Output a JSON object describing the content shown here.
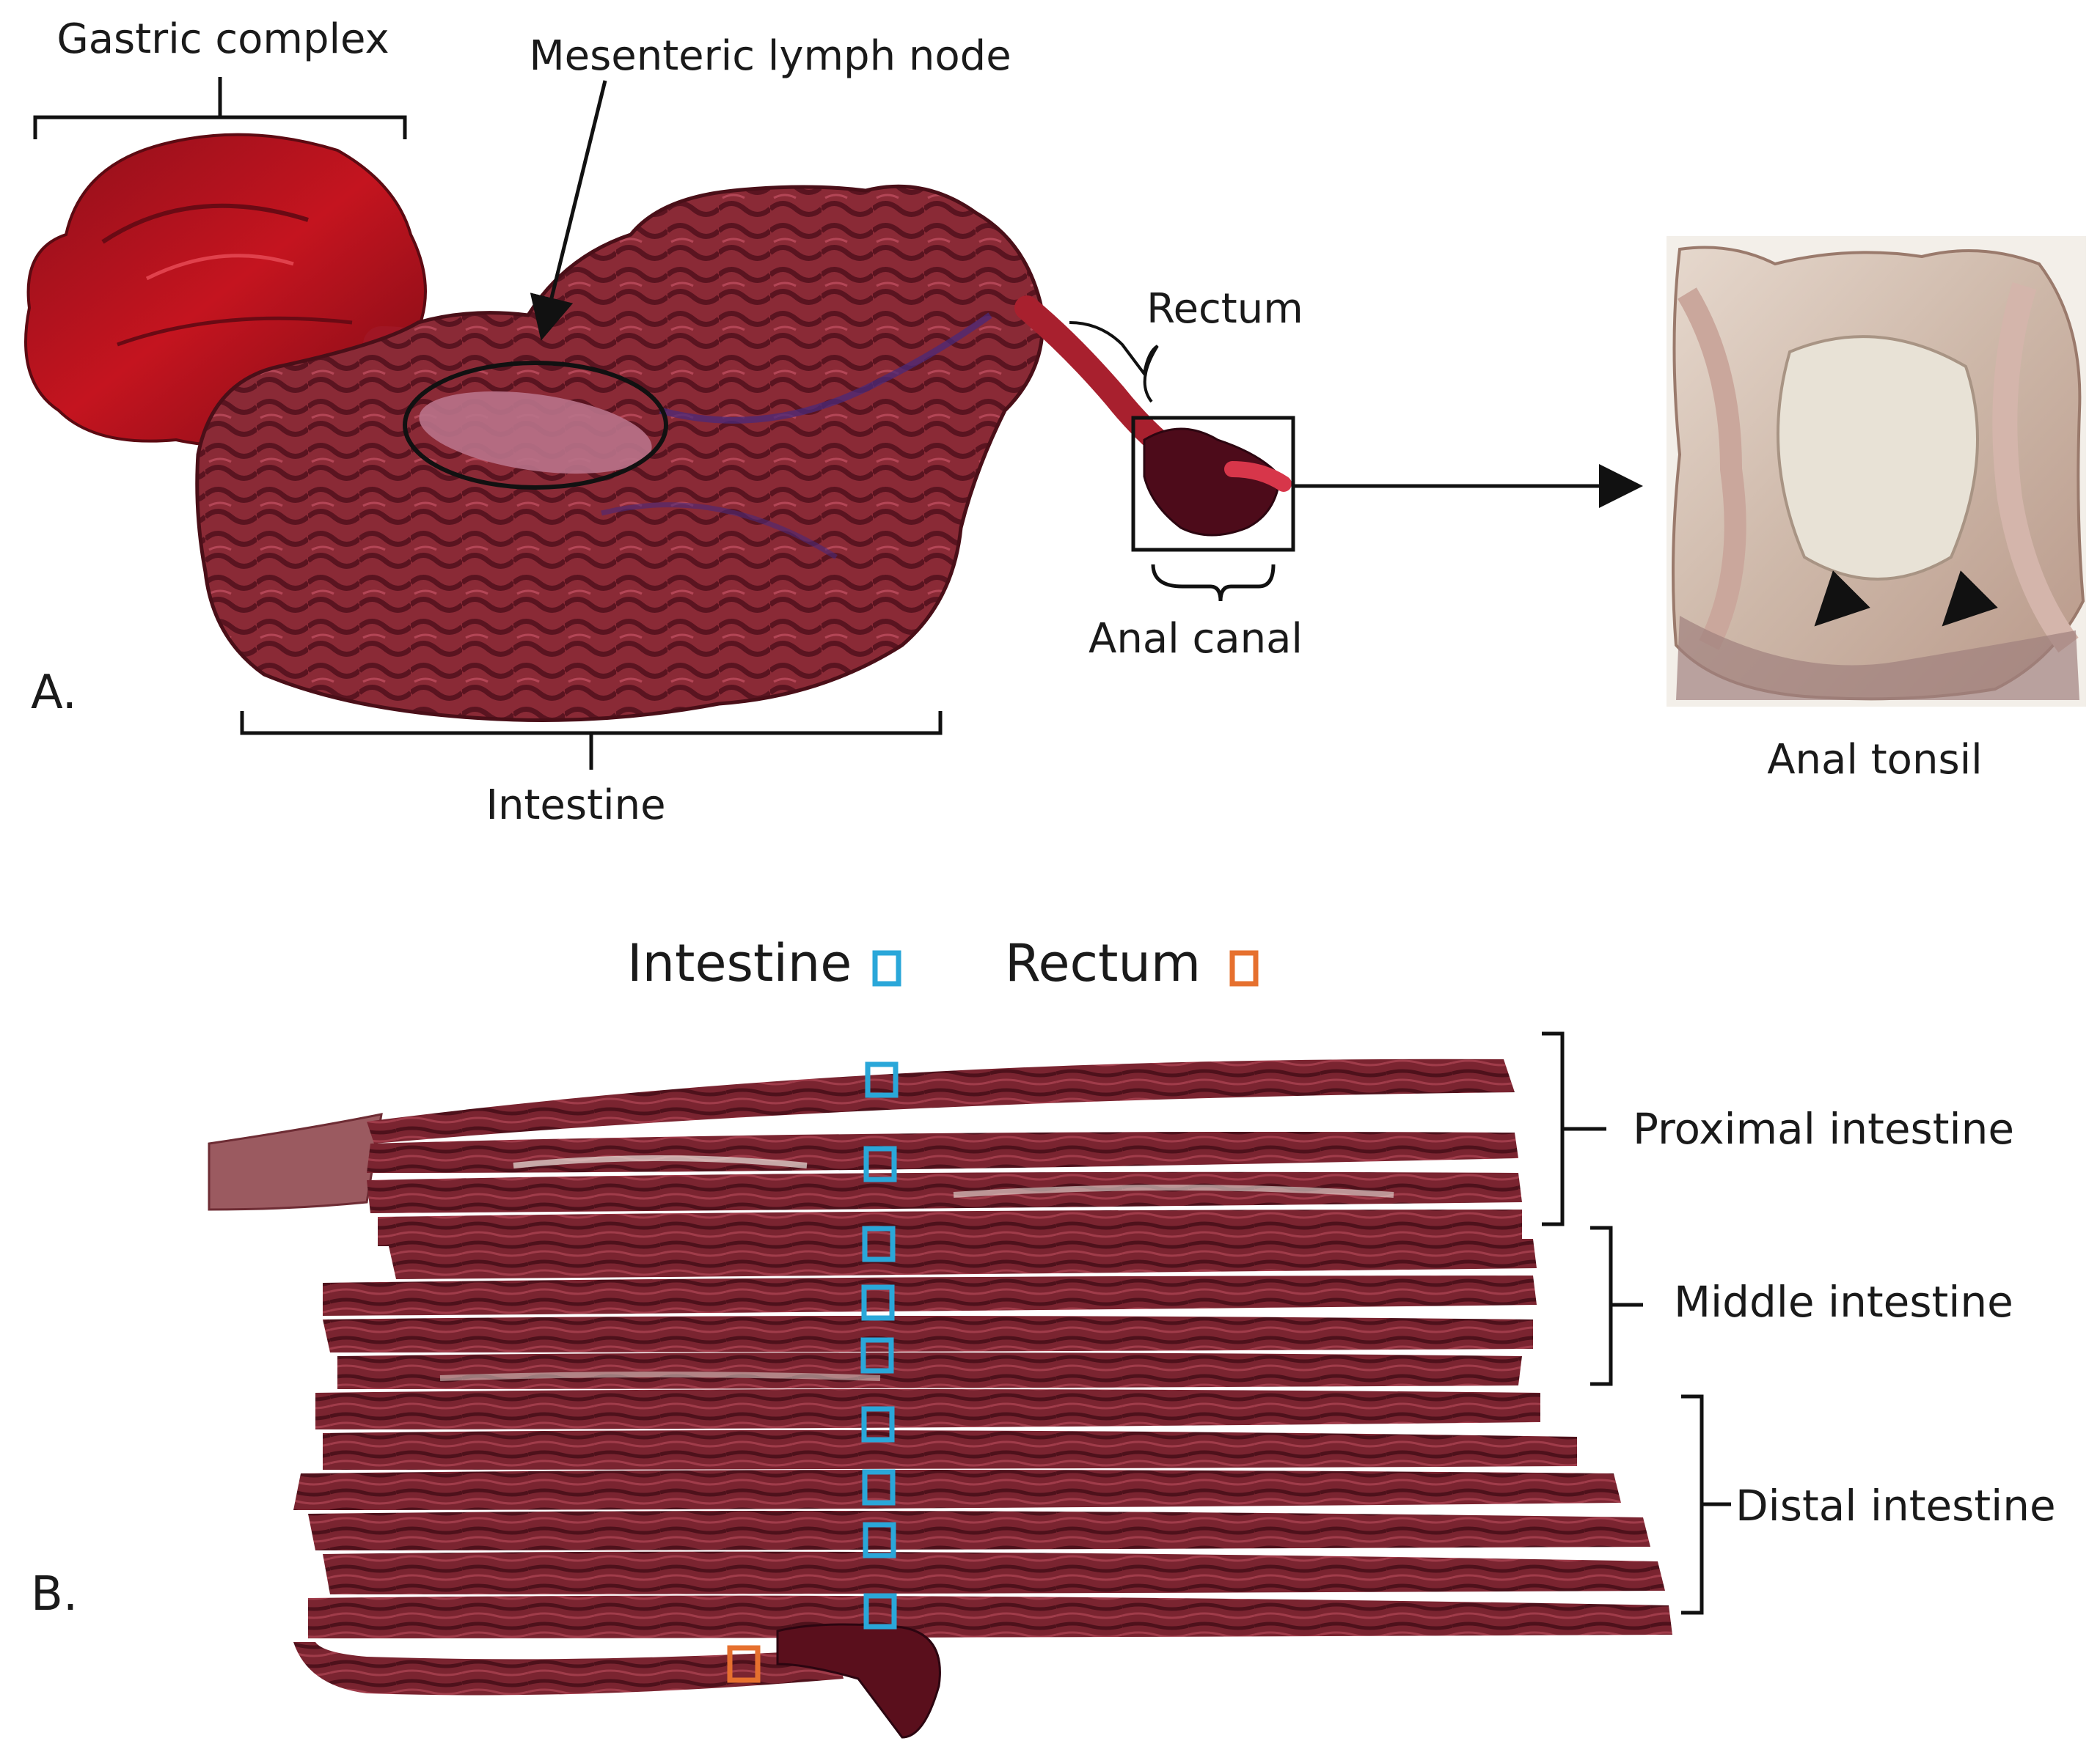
{
  "panel_a": {
    "panel_label": "A.",
    "labels": {
      "gastric_complex": "Gastric complex",
      "mesenteric_lymph_node": "Mesenteric lymph node",
      "rectum": "Rectum",
      "anal_canal": "Anal canal",
      "intestine": "Intestine",
      "anal_tonsil": "Anal tonsil"
    }
  },
  "panel_b": {
    "panel_label": "B.",
    "legend": {
      "intestine": "Intestine",
      "rectum": "Rectum"
    },
    "regions": {
      "proximal": "Proximal intestine",
      "middle": "Middle intestine",
      "distal": "Distal intestine"
    }
  },
  "colors": {
    "intestine_marker": "#2aa7d9",
    "rectum_marker": "#e6702e",
    "tissue_dark": "#6b1f28",
    "tissue_red": "#b3121f",
    "tonsil_tissue": "#d9c7bb"
  }
}
